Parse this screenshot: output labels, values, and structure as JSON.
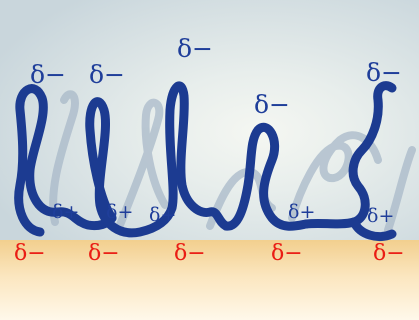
{
  "colors": {
    "chain": "#1c3b91",
    "chain_shadow": "#a9b9c9",
    "charge_blue": "#1f3e9a",
    "charge_red": "#ea1d14",
    "water_top": "#c9d6dc",
    "water_glow": "#f5f7f2",
    "substrate_top": "#f2cf8e",
    "substrate_bottom": "#fff8ea"
  },
  "labels": {
    "top": [
      "δ−",
      "δ−",
      "δ−",
      "δ−",
      "δ−"
    ],
    "plus": [
      "δ+",
      "δ+",
      "δ+",
      "δ+",
      "δ+"
    ],
    "bottom": [
      "δ−",
      "δ−",
      "δ−",
      "δ−",
      "δ−"
    ]
  }
}
